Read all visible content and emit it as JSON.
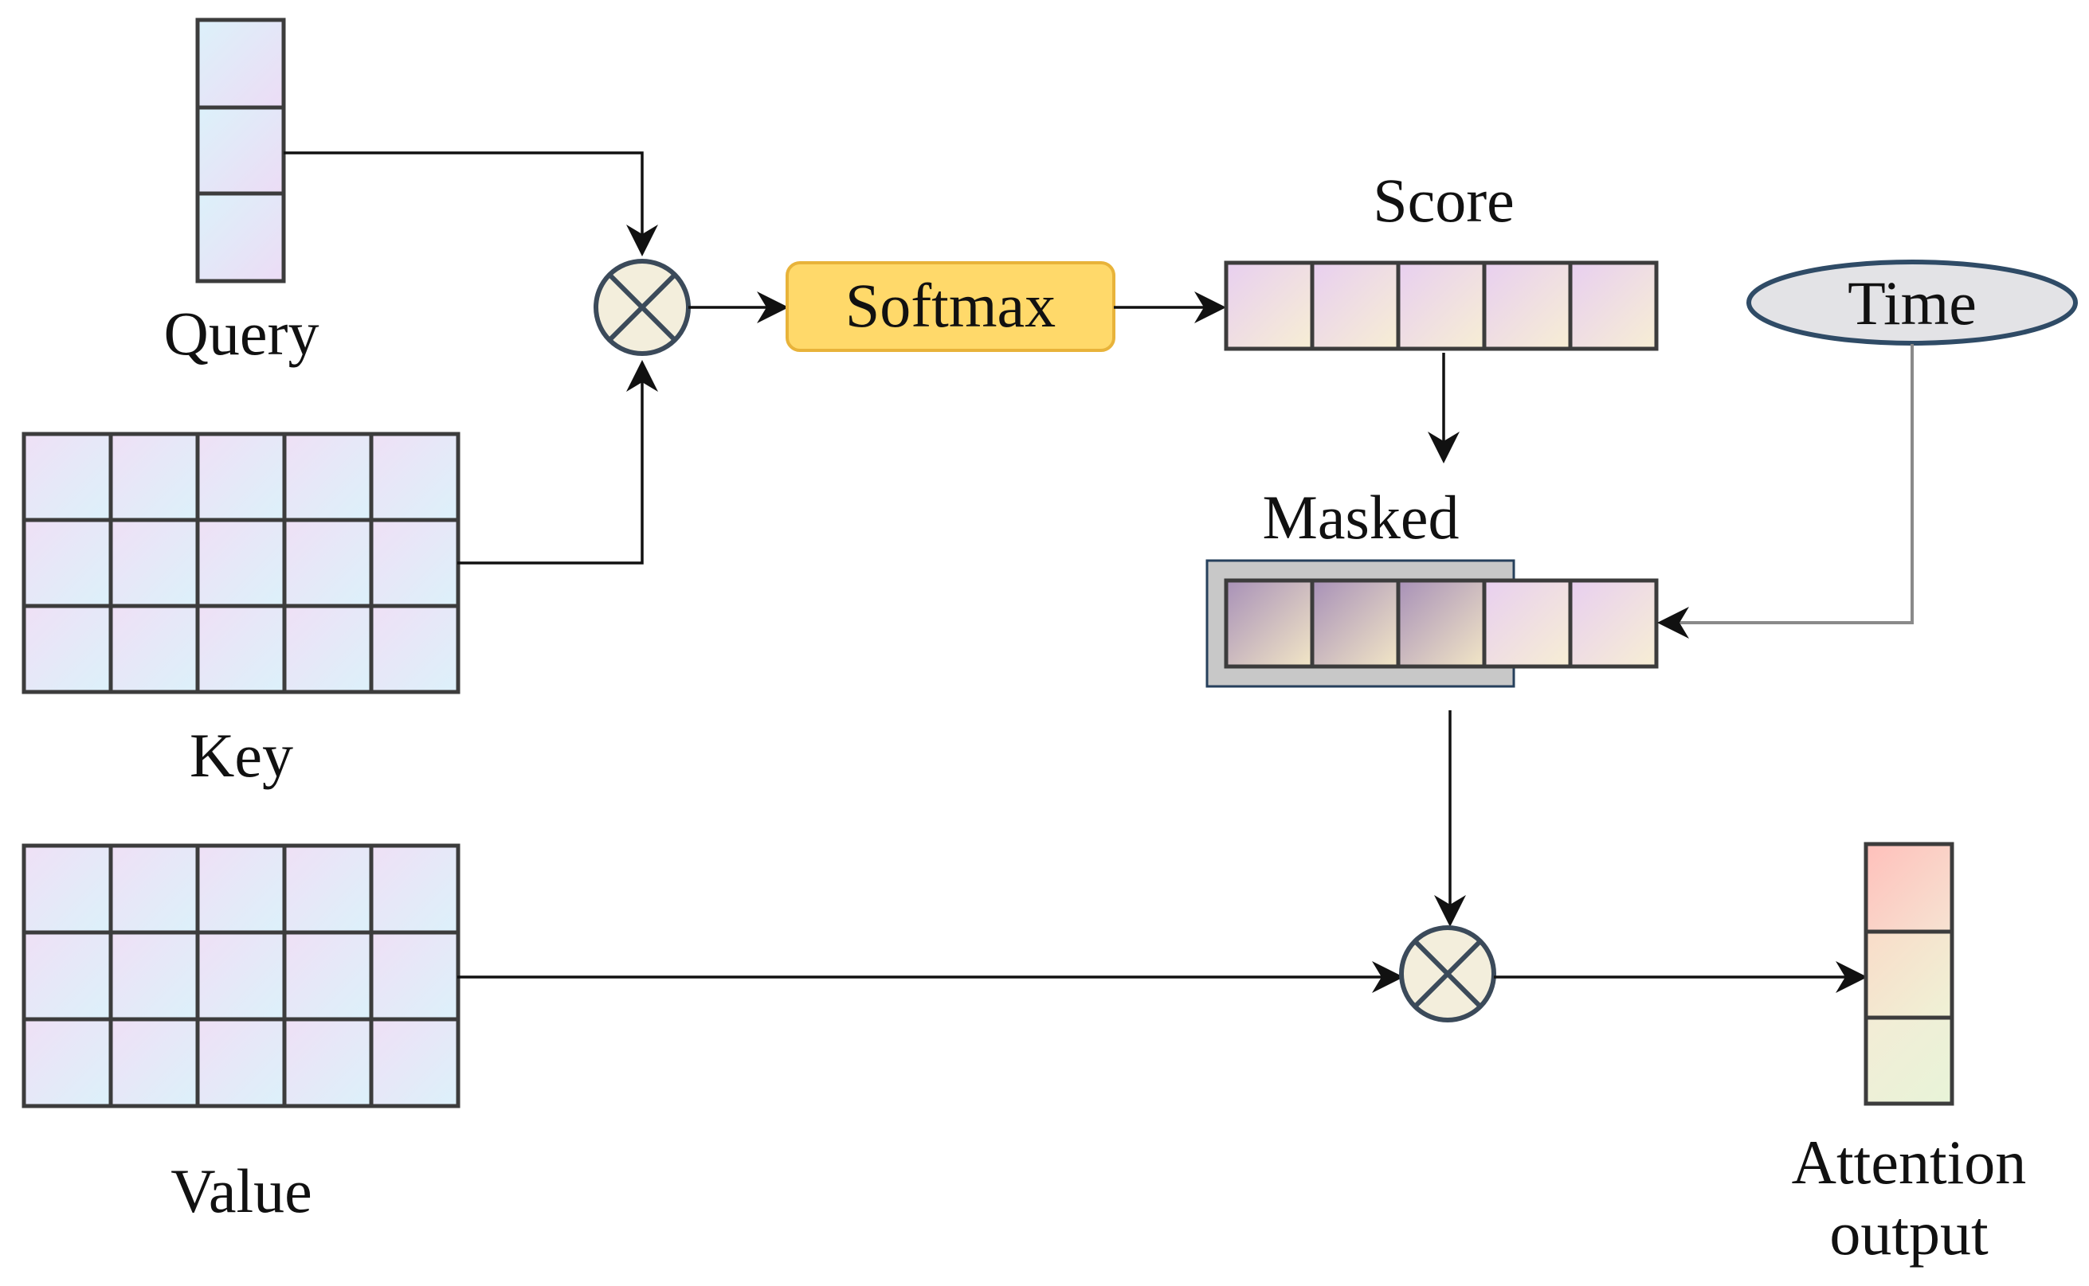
{
  "labels": {
    "query": "Query",
    "key": "Key",
    "value": "Value",
    "softmax": "Softmax",
    "score": "Score",
    "masked": "Masked",
    "time": "Time",
    "attention_line1": "Attention",
    "attention_line2": "output"
  },
  "colors": {
    "cell_gradient_a": "#e9d8f4",
    "cell_gradient_b": "#dff0f9",
    "score_gradient_a": "#e7d1ef",
    "score_gradient_b": "#f6ecd2",
    "masked_dark_a": "#a990b8",
    "masked_dark_b": "#f3e6c8",
    "output_top": "#ffc6c0",
    "output_bottom": "#eef4d8",
    "softmax_fill": "#ffd96a",
    "softmax_stroke": "#e8b33a",
    "time_fill": "#e3e3e6",
    "time_stroke": "#2f4b66",
    "mask_box_fill": "#c8c8c8",
    "mask_box_stroke": "#26405c",
    "operator_fill": "#f3eedc",
    "operator_stroke": "#3b4a5a"
  },
  "icons": {
    "operator": "circled-times-icon"
  }
}
